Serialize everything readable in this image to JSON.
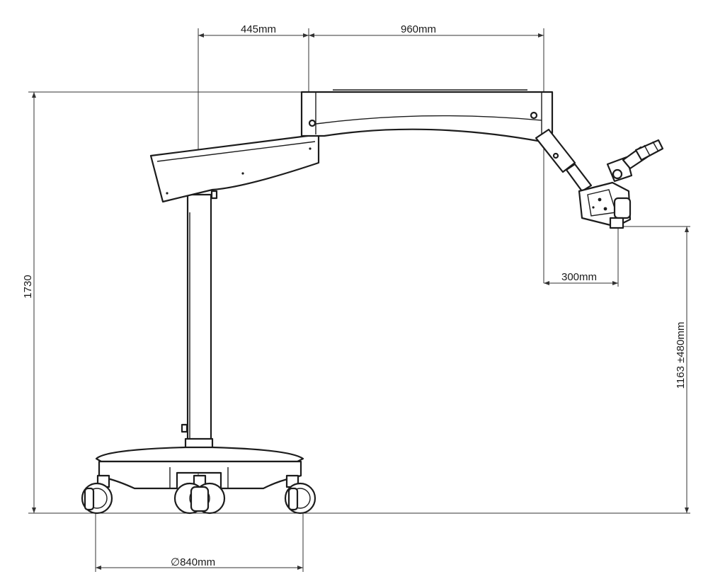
{
  "diagram": {
    "dimensions": {
      "arm_upper_offset": "445mm",
      "arm_reach": "960mm",
      "total_height": "1730",
      "head_offset": "300mm",
      "working_height": "1163 ±480mm",
      "base_diameter": "∅840mm"
    }
  },
  "colors": {
    "line": "#1c1c1c",
    "dimension_line": "#333333",
    "background": "#ffffff"
  }
}
